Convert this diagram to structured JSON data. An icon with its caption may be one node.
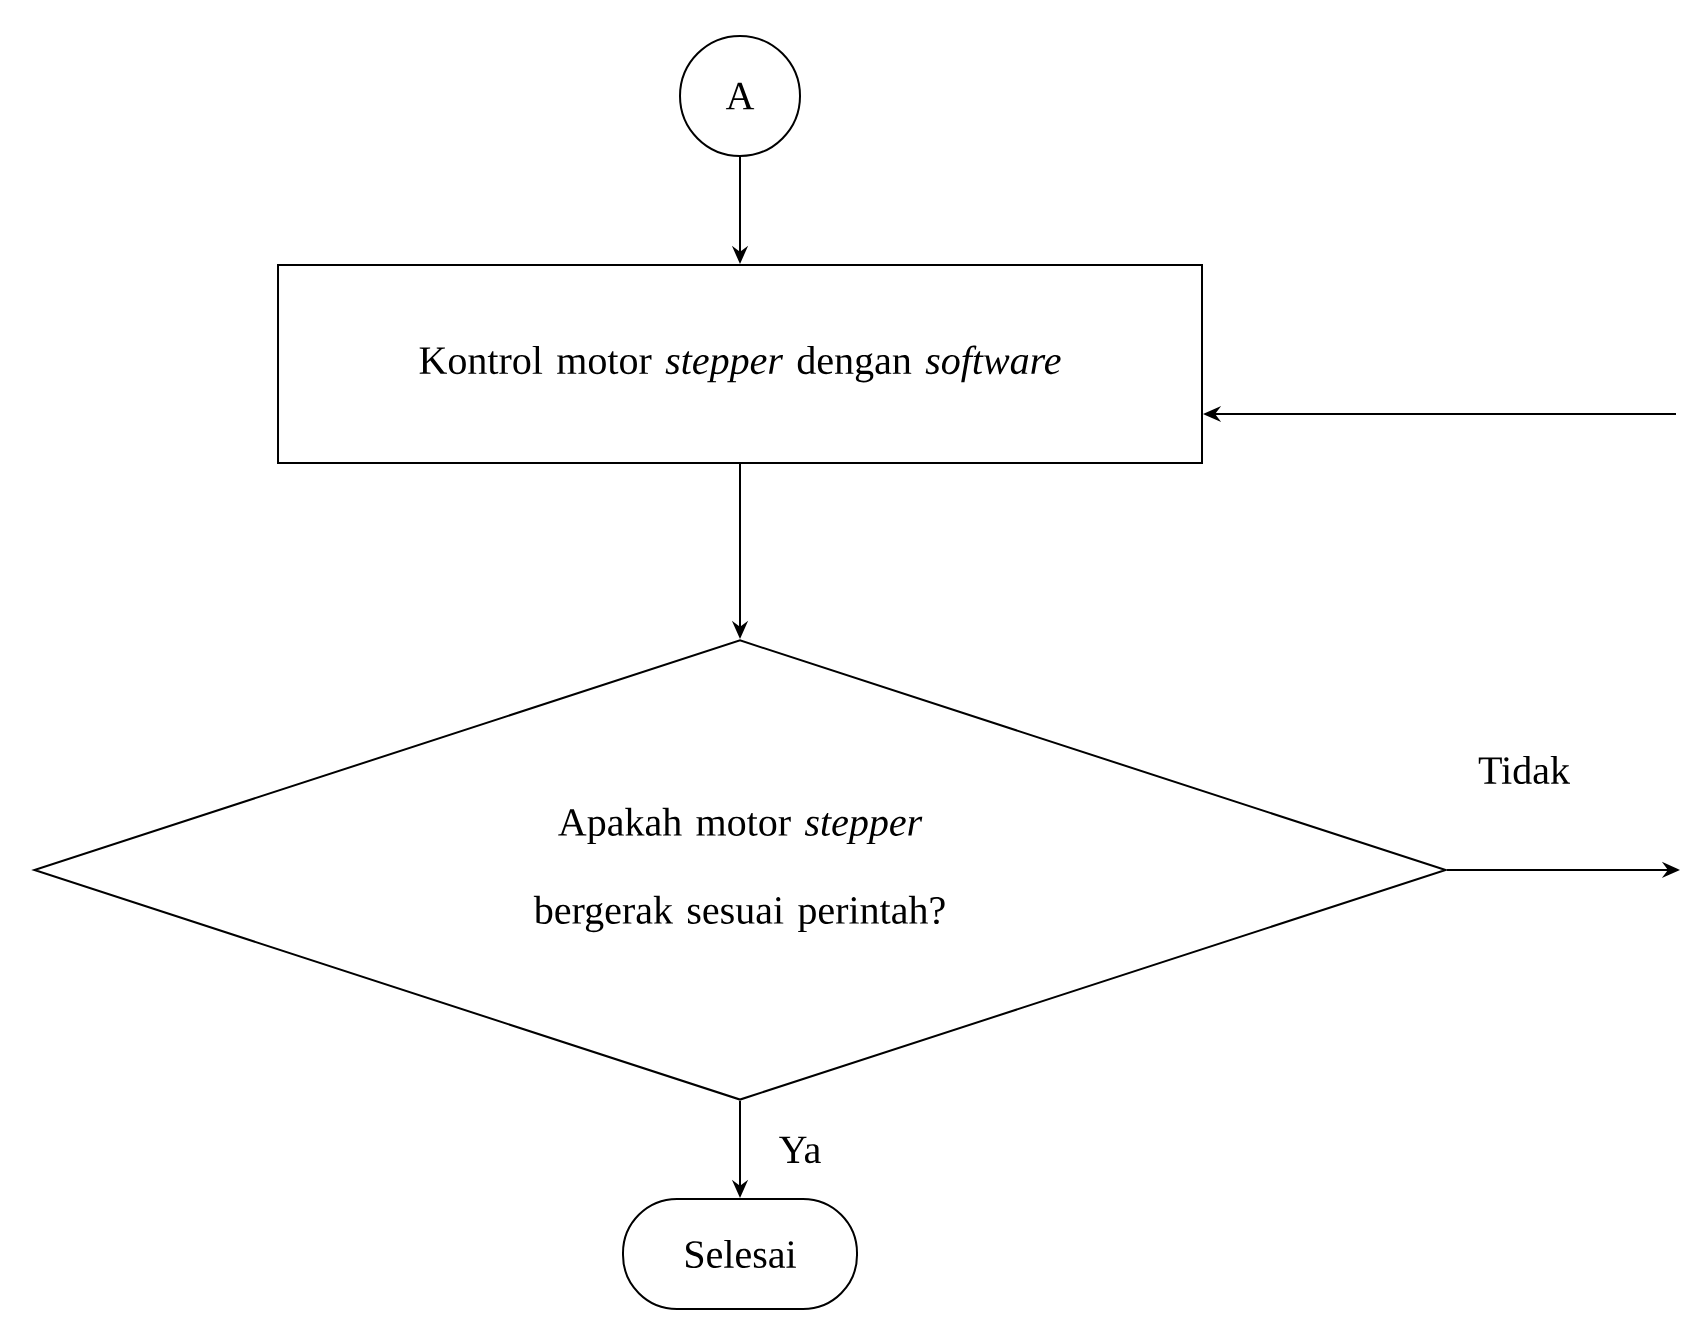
{
  "diagram": {
    "nodes": [
      {
        "text": [
          "A"
        ]
      },
      {
        "text": [
          "Kontrol motor *stepper* dengan *software*"
        ]
      },
      {
        "text": [
          "Apakah motor *stepper* bergerak sesuai perintah?"
        ]
      },
      {
        "text": [
          "Selesai"
        ]
      }
    ],
    "edges": [
      {
        "from": 0,
        "to": 1,
        "arrow": "to"
      },
      {
        "from": 1,
        "to": 2,
        "arrow": "to"
      },
      {
        "from": 2,
        "to": null,
        "arrow": "to",
        "label": "Tidak"
      },
      {
        "from": null,
        "to": 1,
        "arrow": "to"
      },
      {
        "from": 2,
        "to": 3,
        "arrow": "to",
        "label": "Ya"
      }
    ]
  }
}
